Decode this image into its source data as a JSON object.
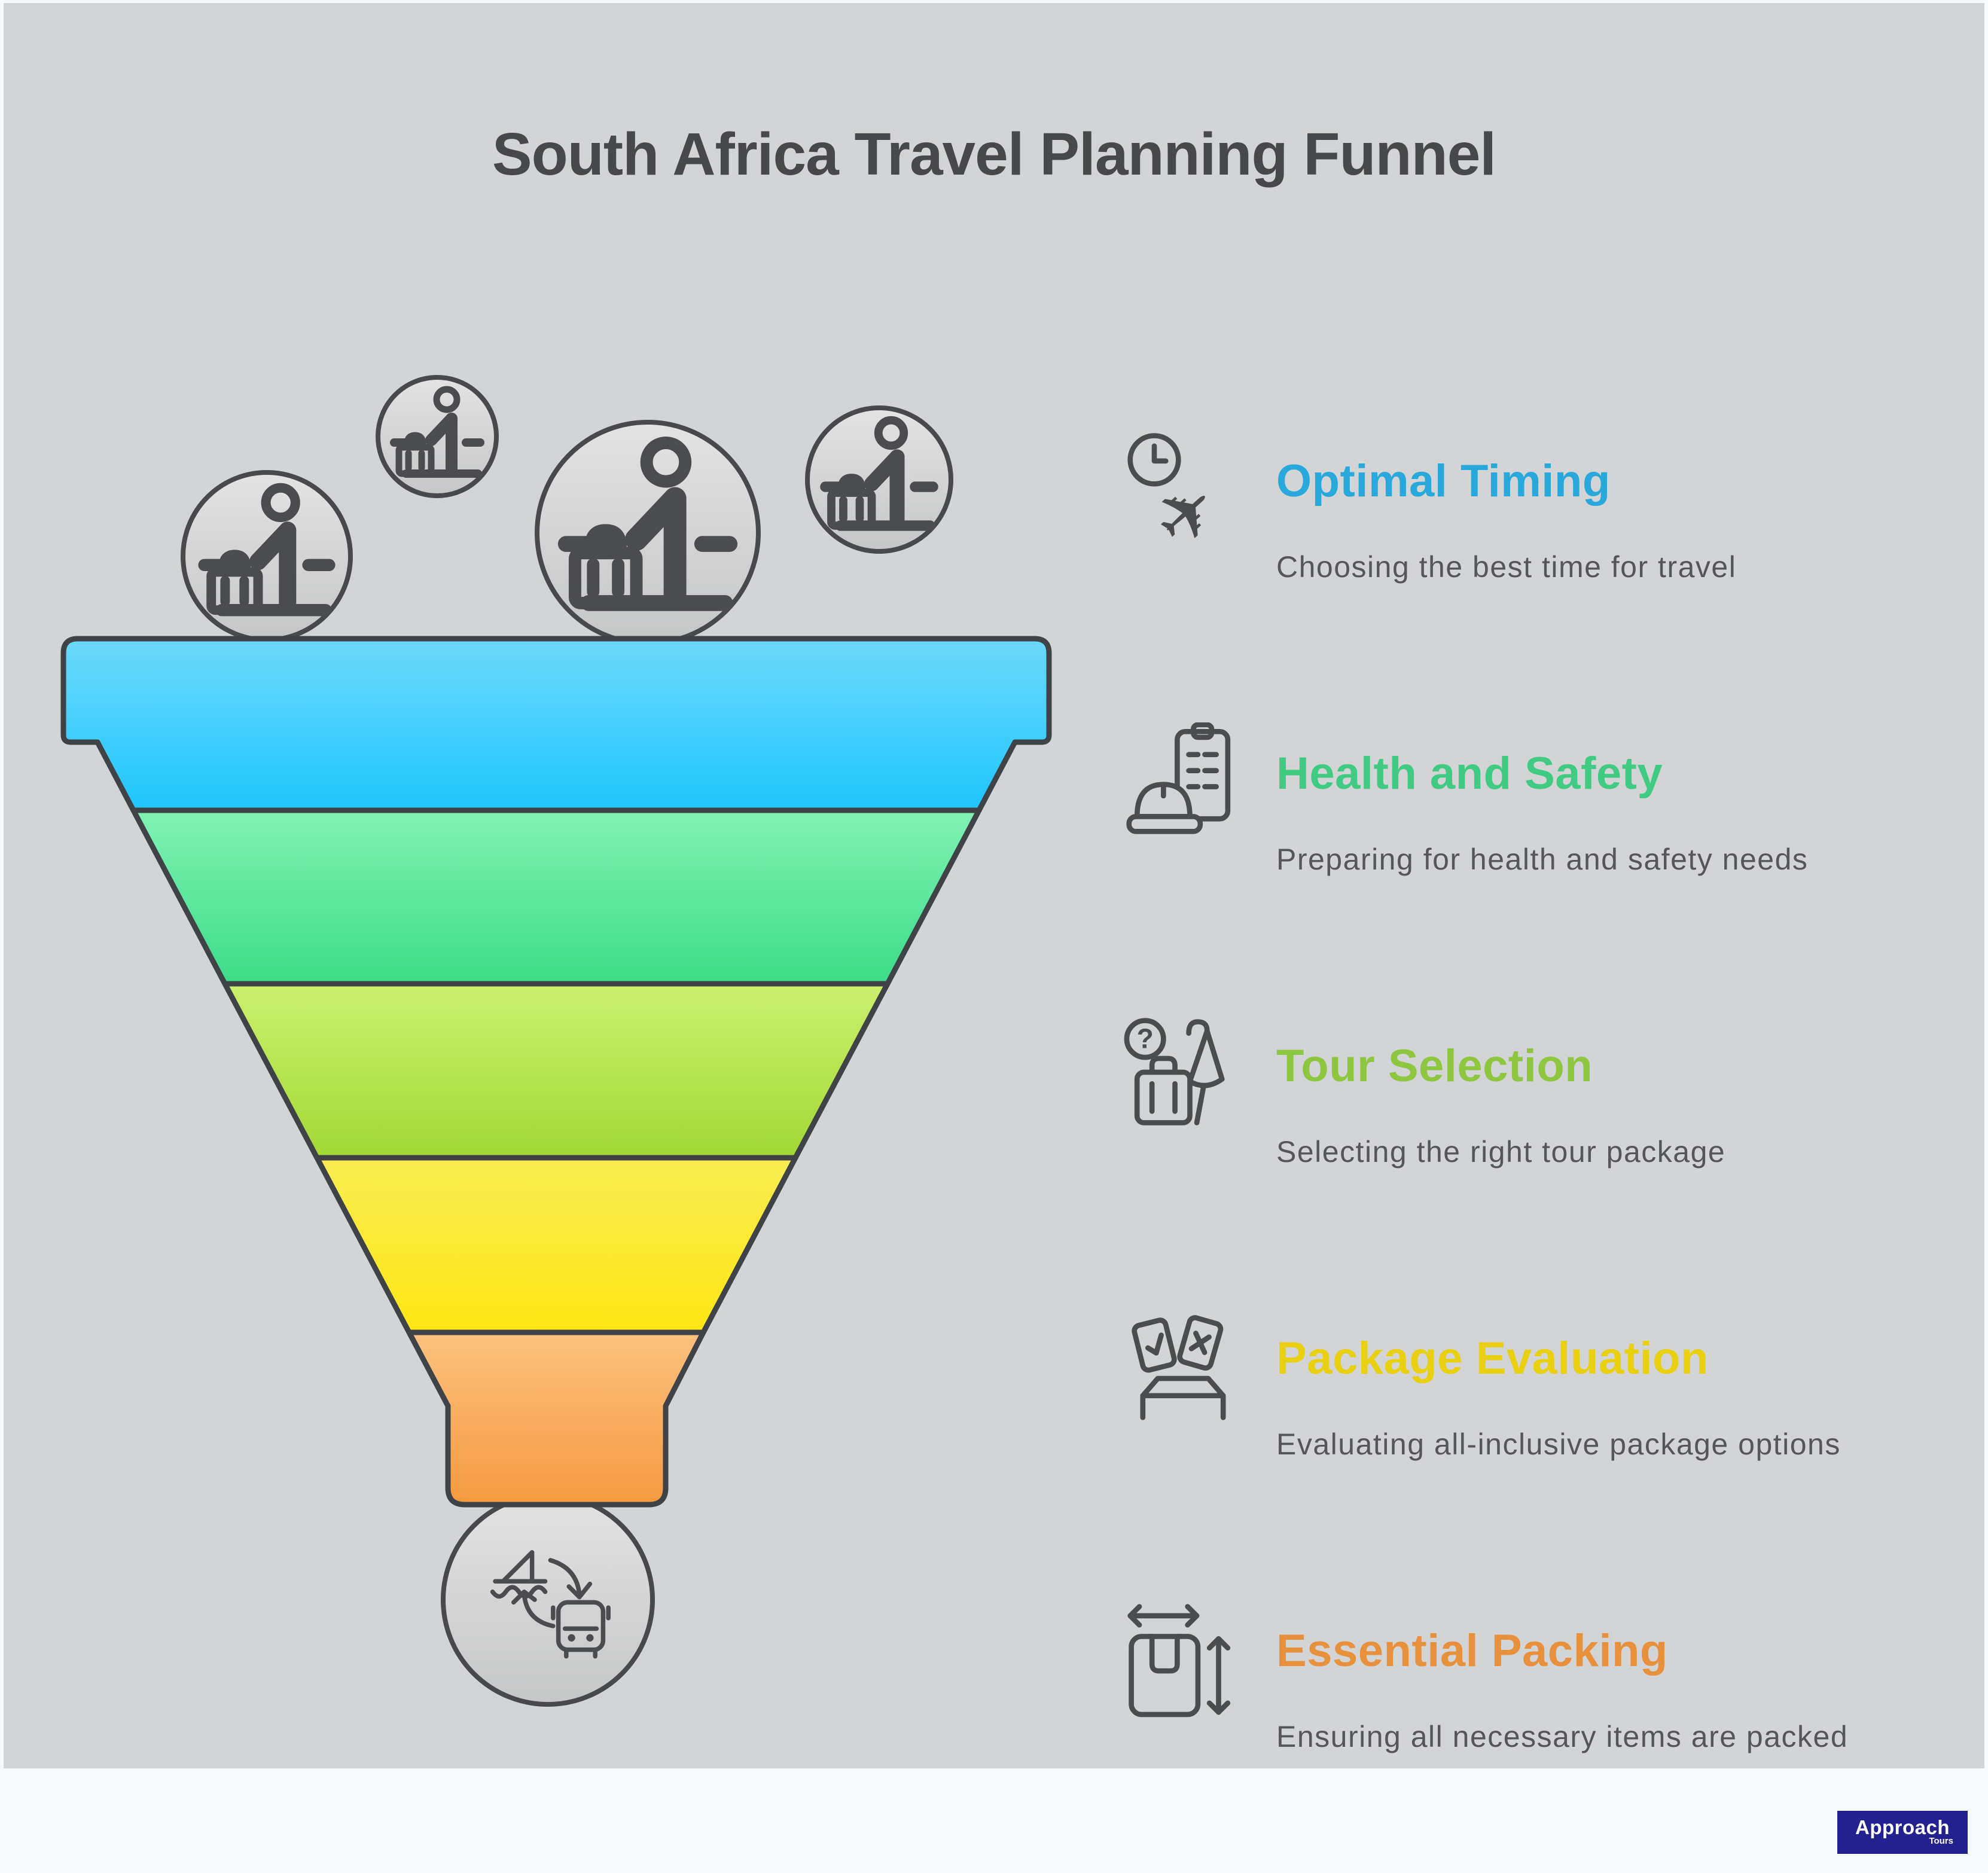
{
  "title": "South Africa Travel Planning Funnel",
  "canvas": {
    "background": "#d3d4d5",
    "page_background": "#f8f9fa",
    "outline_color": "#3f4246",
    "icon_color": "#4a4c4e"
  },
  "funnel": {
    "stages": [
      {
        "label": "Optimal Timing",
        "fill_top": "#6cd9fa",
        "fill_bottom": "#1fc5fd"
      },
      {
        "label": "Health and Safety",
        "fill_top": "#80f2b4",
        "fill_bottom": "#3cdc88"
      },
      {
        "label": "Tour Selection",
        "fill_top": "#cbf06e",
        "fill_bottom": "#a3d836"
      },
      {
        "label": "Package Evaluation",
        "fill_top": "#f9ec52",
        "fill_bottom": "#ffe713"
      },
      {
        "label": "Essential Packing",
        "fill_top": "#fcc180",
        "fill_bottom": "#f49a3e"
      }
    ],
    "top_icons": "traveler-with-luggage-icon",
    "bottom_icon": "boat-bus-transfer-icon"
  },
  "steps": [
    {
      "heading": "Optimal Timing",
      "heading_color": "#29a8dc",
      "description": "Choosing the best time for travel",
      "icon": "clock-airplane-icon"
    },
    {
      "heading": "Health and Safety",
      "heading_color": "#41ca81",
      "description": "Preparing for health and safety needs",
      "icon": "hardhat-clipboard-icon"
    },
    {
      "heading": "Tour Selection",
      "heading_color": "#8dc63f",
      "description": "Selecting the right tour package",
      "icon": "question-suitcase-umbrella-icon"
    },
    {
      "heading": "Package Evaluation",
      "heading_color": "#e8cf10",
      "description": "Evaluating all-inclusive package options",
      "icon": "approval-cards-box-icon"
    },
    {
      "heading": "Essential Packing",
      "heading_color": "#e8913c",
      "description": "Ensuring all necessary items are packed",
      "icon": "box-dimensions-icon"
    }
  ],
  "logo": {
    "brand": "Approach",
    "subtext": "Tours",
    "background": "#23208f",
    "text_color": "#ffffff"
  }
}
